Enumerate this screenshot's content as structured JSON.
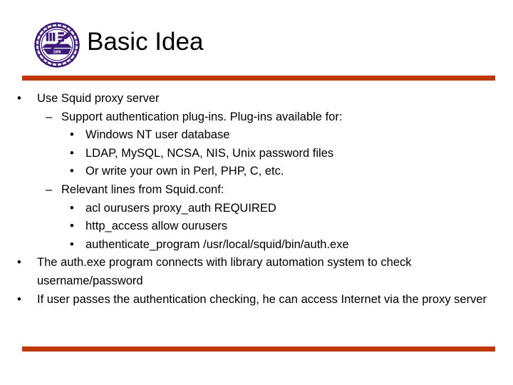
{
  "slide": {
    "title": "Basic Idea",
    "accent_color": "#bd3709",
    "logo_color": "#3d1a78",
    "text_color": "#000000",
    "background_color": "#ffffff",
    "logo": {
      "name": "nctu-university-seal",
      "year_text": "1896"
    },
    "rules": {
      "top": "",
      "bottom": ""
    },
    "bullets": [
      {
        "level": 1,
        "marker": "•",
        "text": "Use Squid proxy server"
      },
      {
        "level": 2,
        "marker": "–",
        "text": "Support authentication plug-ins. Plug-ins available for:"
      },
      {
        "level": 3,
        "marker": "•",
        "text": "Windows NT user database"
      },
      {
        "level": 3,
        "marker": "•",
        "text": "LDAP, MySQL, NCSA, NIS, Unix password files"
      },
      {
        "level": 3,
        "marker": "•",
        "text": "Or write your own in Perl, PHP, C, etc."
      },
      {
        "level": 2,
        "marker": "–",
        "text": "Relevant lines from Squid.conf:"
      },
      {
        "level": 3,
        "marker": "•",
        "text": "acl ourusers proxy_auth REQUIRED"
      },
      {
        "level": 3,
        "marker": "•",
        "text": "http_access allow ourusers"
      },
      {
        "level": 3,
        "marker": "•",
        "text": "authenticate_program /usr/local/squid/bin/auth.exe"
      },
      {
        "level": 1,
        "marker": "•",
        "text": "The auth.exe program connects with library automation system to check username/password"
      },
      {
        "level": 1,
        "marker": "•",
        "text": "If user passes the authentication checking, he can access Internet via the proxy server"
      }
    ]
  }
}
